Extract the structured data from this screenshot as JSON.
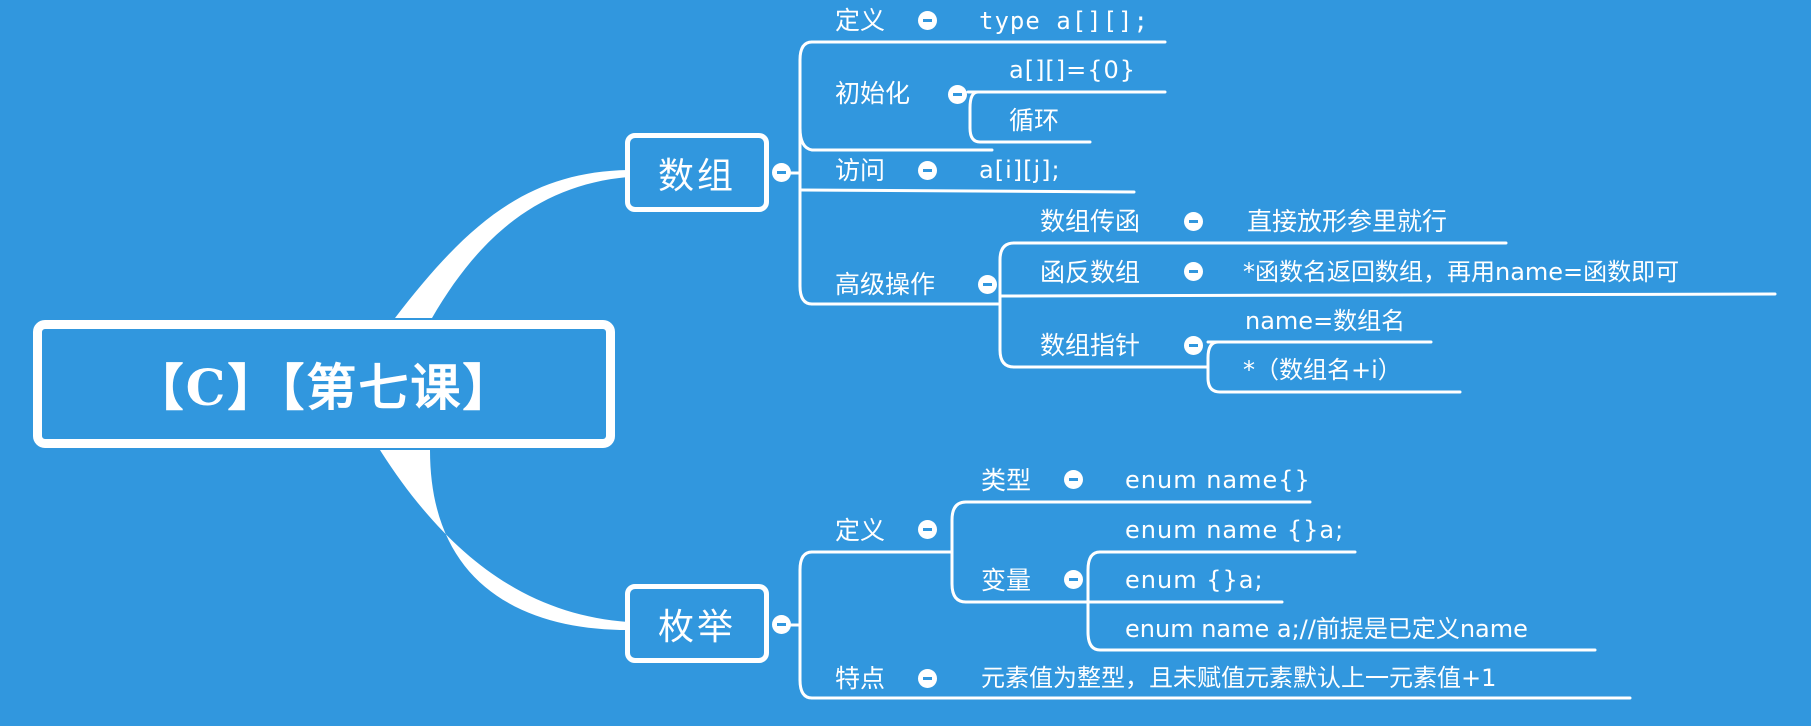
{
  "colors": {
    "background": "#3197de",
    "line": "#ffffff",
    "text": "#ffffff"
  },
  "root": {
    "title": "【C】【第七课】"
  },
  "array": {
    "label": "数组",
    "definition": {
      "label": "定义",
      "value": "type a[][];"
    },
    "init": {
      "label": "初始化",
      "values": [
        "a[][]={0}",
        "循环"
      ]
    },
    "access": {
      "label": "访问",
      "value": "a[i][j];"
    },
    "advanced": {
      "label": "高级操作",
      "pass": {
        "label": "数组传函",
        "value": "直接放形参里就行"
      },
      "return": {
        "label": "函反数组",
        "value": "*函数名返回数组，再用name=函数即可"
      },
      "pointer": {
        "label": "数组指针",
        "values": [
          "name=数组名",
          "*（数组名+i）"
        ]
      }
    }
  },
  "enum": {
    "label": "枚举",
    "definition": {
      "label": "定义",
      "type": {
        "label": "类型",
        "value": "enum name{}"
      },
      "variable": {
        "label": "变量",
        "values": [
          "enum name {}a;",
          "enum {}a;",
          "enum name a;//前提是已定义name"
        ]
      }
    },
    "feature": {
      "label": "特点",
      "value": "元素值为整型，且未赋值元素默认上一元素值+1"
    }
  }
}
